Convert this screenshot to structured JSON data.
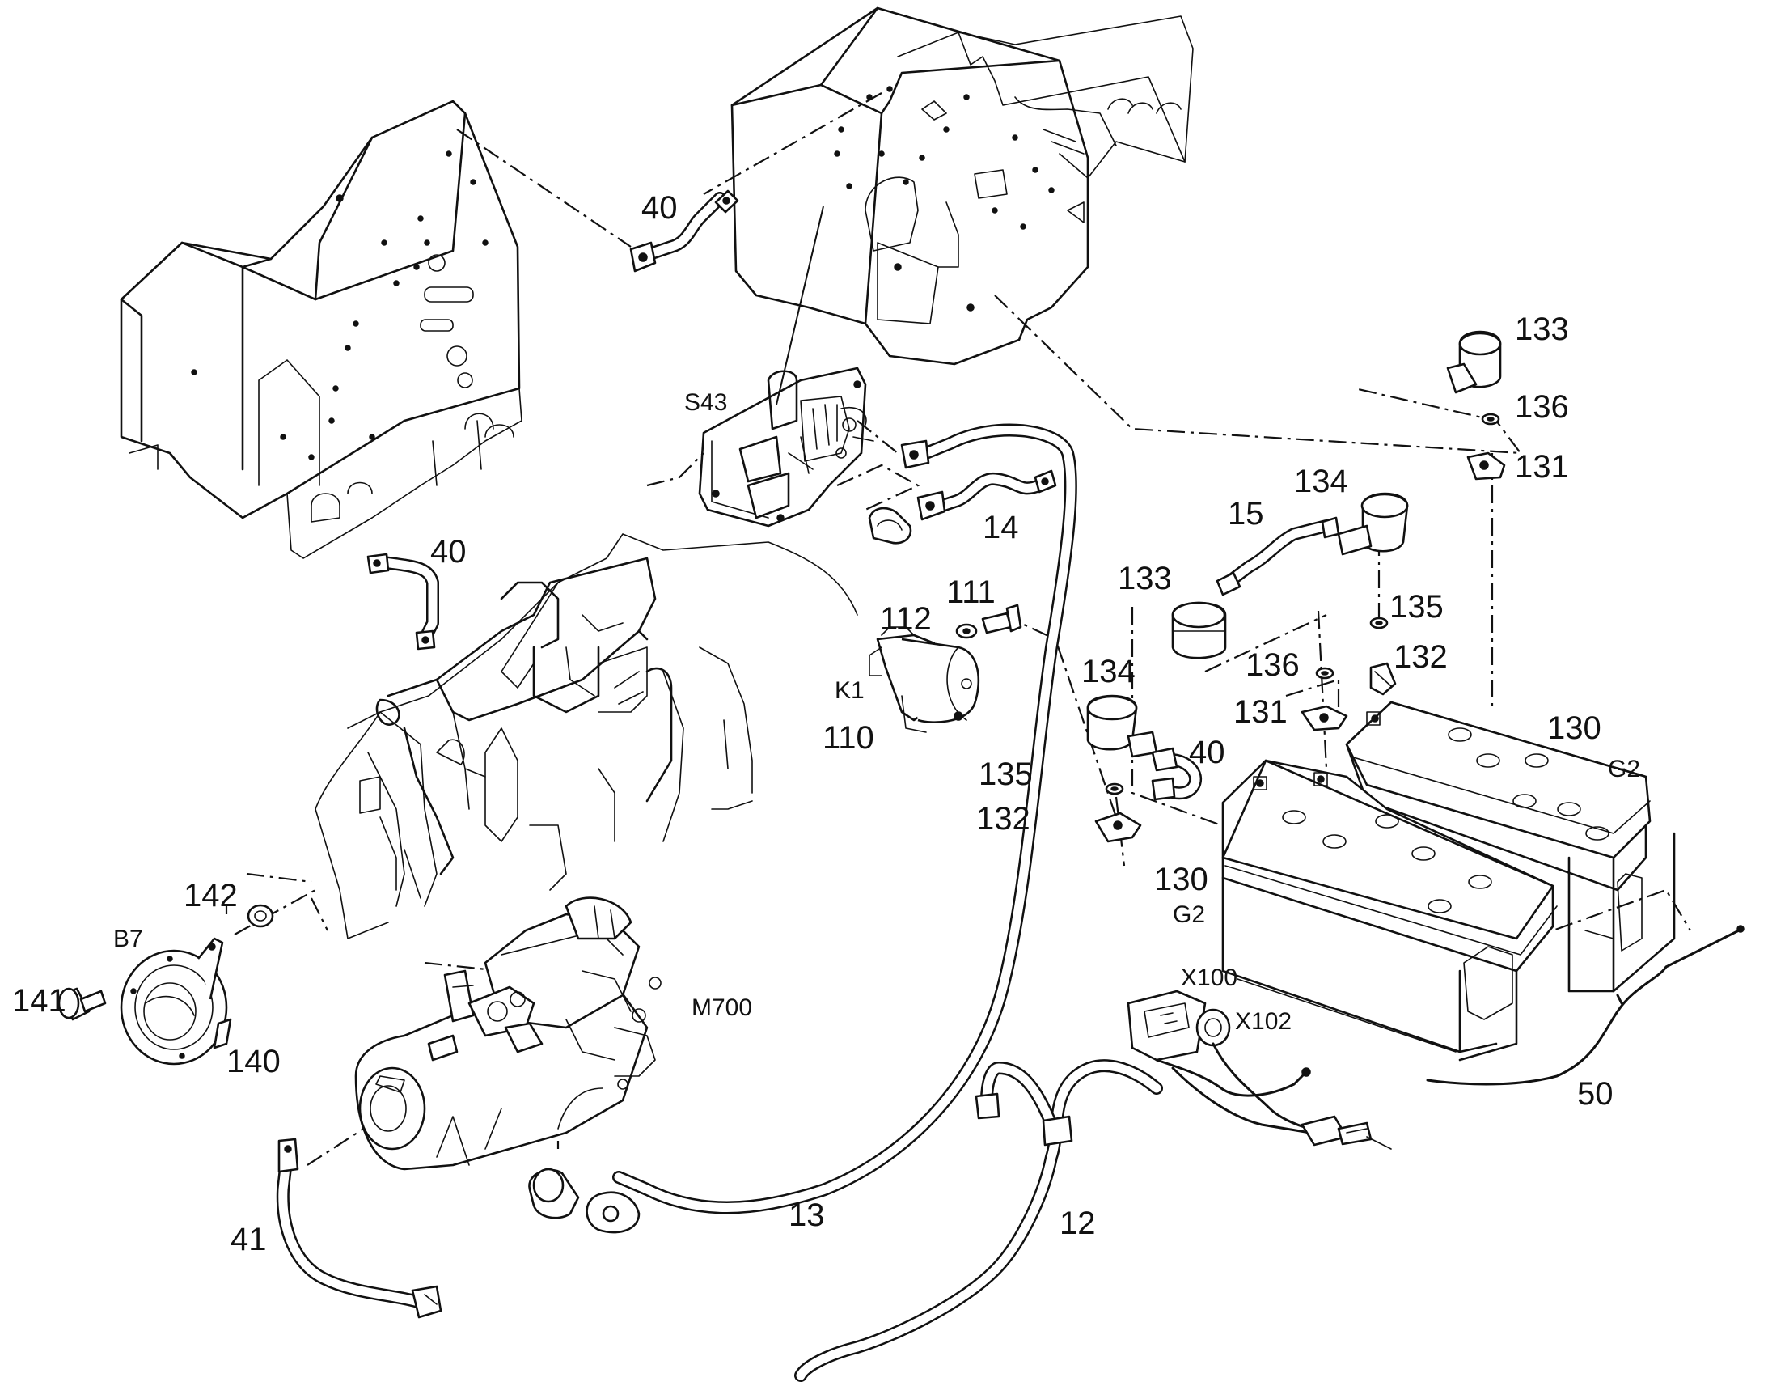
{
  "labels": {
    "p40a": "40",
    "p40b": "40",
    "p40c": "40",
    "s43": "S43",
    "p14": "14",
    "p15": "15",
    "p133a": "133",
    "p133b": "133",
    "p136a": "136",
    "p136b": "136",
    "p131a": "131",
    "p131b": "131",
    "p134a": "134",
    "p134b": "134",
    "p135a": "135",
    "p135b": "135",
    "p132a": "132",
    "p132b": "132",
    "p130a": "130",
    "p130b": "130",
    "g2a": "G2",
    "g2b": "G2",
    "p111": "111",
    "p112": "112",
    "k1": "K1",
    "p110": "110",
    "p142": "142",
    "b7": "B7",
    "p141": "141",
    "p140": "140",
    "m700": "M700",
    "x100": "X100",
    "x102": "X102",
    "p50": "50",
    "p41": "41",
    "p13": "13",
    "p12": "12"
  }
}
